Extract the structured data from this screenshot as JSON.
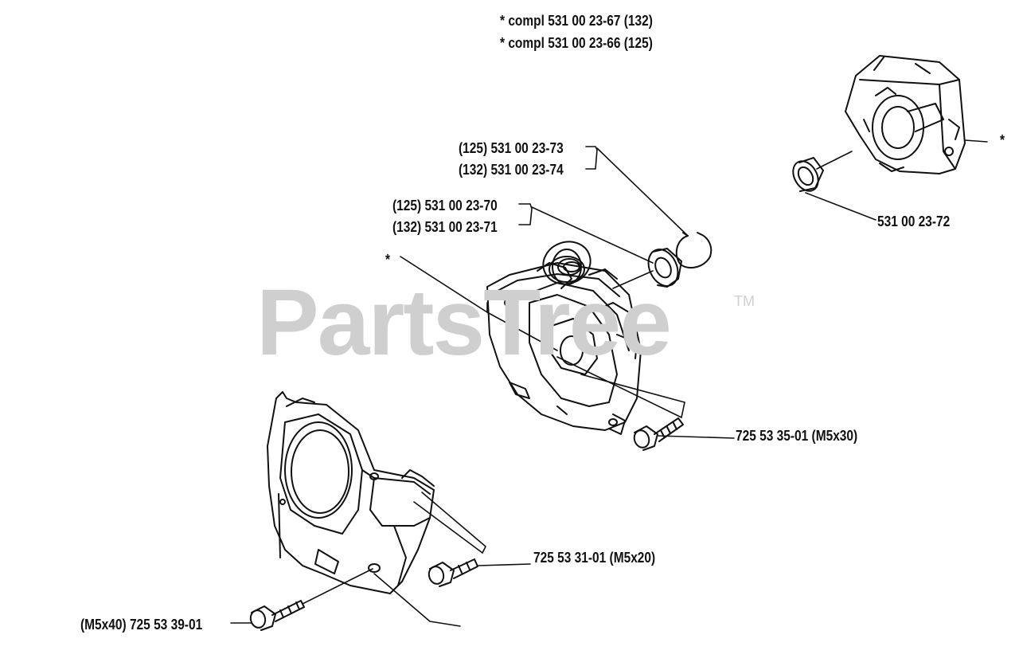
{
  "watermark": {
    "text": "PartsTree",
    "tm": "TM"
  },
  "header_notes": [
    "*  compl 531 00 23-67 (132)",
    "*  compl 531 00 23-66 (125)"
  ],
  "labels": {
    "circlip_125": "(125) 531 00 23-73",
    "circlip_132": "(132) 531 00 23-74",
    "bearing_125": "(125) 531 00 23-70",
    "bearing_132": "(132) 531 00 23-71",
    "seal_right": "531 00 23-72",
    "screw_m5x30": "725 53 35-01 (M5x30)",
    "screw_m5x20": "725 53 31-01 (M5x20)",
    "screw_m5x40": "(M5x40) 725 53 39-01",
    "asterisk_left": "*",
    "asterisk_right": "*"
  },
  "colors": {
    "ink": "#111111",
    "watermark": "#cfcfcf",
    "background": "#ffffff"
  }
}
